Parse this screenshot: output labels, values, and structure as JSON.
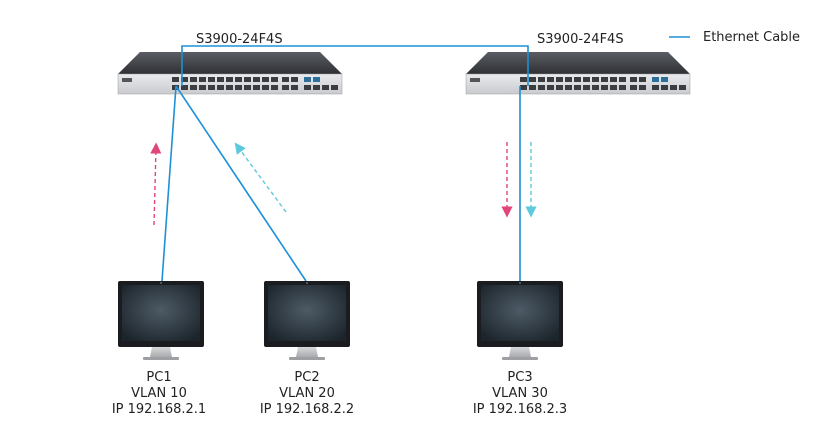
{
  "switches": [
    {
      "model": "S3900-24F4S"
    },
    {
      "model": "S3900-24F4S"
    }
  ],
  "legend": {
    "label": "Ethernet Cable",
    "color": "#1e90d6"
  },
  "pcs": [
    {
      "name": "PC1",
      "vlan": "VLAN 10",
      "ip": "IP 192.168.2.1"
    },
    {
      "name": "PC2",
      "vlan": "VLAN 20",
      "ip": "IP 192.168.2.2"
    },
    {
      "name": "PC3",
      "vlan": "VLAN 30",
      "ip": "IP 192.168.2.3"
    }
  ],
  "colors": {
    "cable": "#1e90d6",
    "arrow_pink": "#e2457a",
    "arrow_cyan": "#5cc9dc",
    "switch_body": "#3b3d42",
    "screen": "#2f3a44"
  }
}
